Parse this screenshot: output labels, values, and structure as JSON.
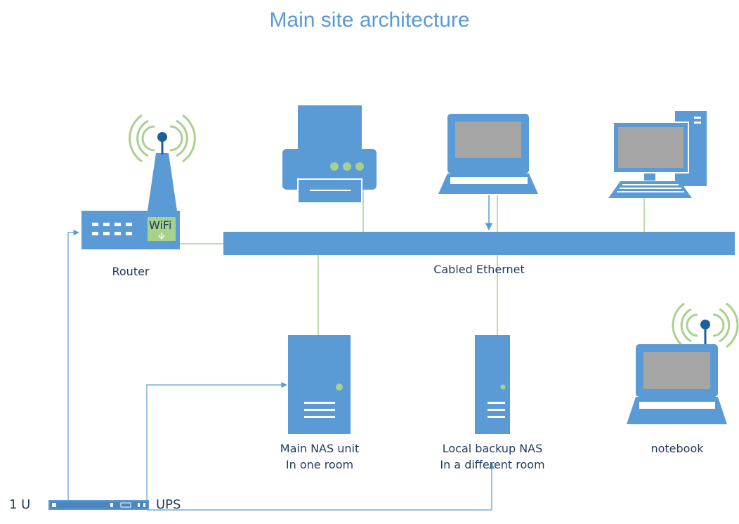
{
  "diagram": {
    "title": "Main site architecture",
    "router": {
      "label": "Router",
      "wifi_label": "WiFi"
    },
    "network": {
      "label": "Cabled Ethernet"
    },
    "printer": {},
    "laptop": {},
    "desktop": {},
    "main_nas": {
      "line1": "Main NAS unit",
      "line2": "In one room"
    },
    "backup_nas": {
      "line1": "Local backup NAS",
      "line2": "In a different room"
    },
    "notebook": {
      "label": "notebook"
    },
    "ups": {
      "label": "UPS",
      "size_label": "1 U"
    },
    "colors": {
      "device_blue": "#5b9bd5",
      "screen_gray": "#a5a5a5",
      "wifi_green": "#a9d18e",
      "link_green": "#a9d18e",
      "power_line": "#5b9bd5",
      "text_dark": "#1f3a5f",
      "title_blue": "#5b9bd5"
    }
  }
}
